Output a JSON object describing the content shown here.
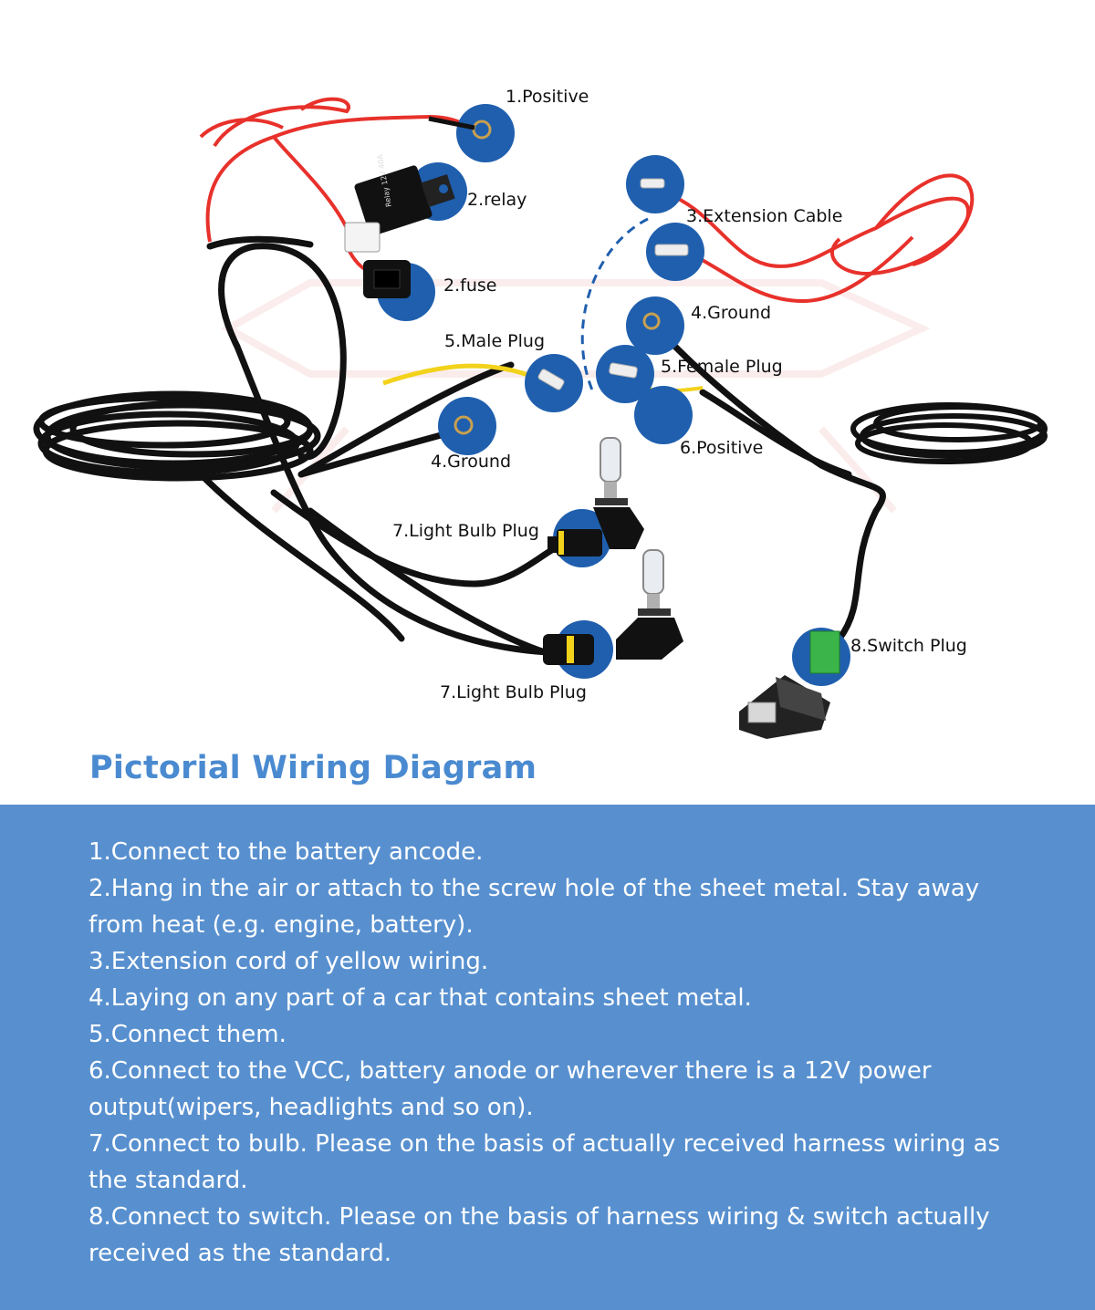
{
  "diagram": {
    "labels": {
      "positive_1": "1.Positive",
      "relay": "2.relay",
      "fuse": "2.fuse",
      "extension_cable": "3.Extension Cable",
      "ground_upper": "4.Ground",
      "ground_lower": "4.Ground",
      "male_plug": "5.Male Plug",
      "female_plug": "5.Female Plug",
      "positive_6": "6.Positive",
      "light_bulb_plug_upper": "7.Light Bulb Plug",
      "light_bulb_plug_lower": "7.Light Bulb Plug",
      "switch_plug": "8.Switch Plug"
    },
    "relay_text": "Relay 12V 40A"
  },
  "title": "Pictorial Wiring Diagram",
  "instructions": [
    "1.Connect to the battery ancode.",
    "2.Hang in the air or attach to the screw hole of the sheet metal. Stay away from heat (e.g. engine, battery).",
    "3.Extension cord of yellow wiring.",
    "4.Laying on any part of a car that contains sheet metal.",
    "5.Connect them.",
    "6.Connect to the VCC, battery anode or wherever there is a 12V power output(wipers, headlights and so on).",
    "7.Connect to bulb. Please on the basis of actually received harness wiring as the standard.",
    "8.Connect to switch. Please on the basis of  harness wiring & switch actually received as the standard."
  ],
  "colors": {
    "marker_blue": "#1f5fae",
    "title_blue": "#4a8ad0",
    "panel_blue": "#5890cf",
    "wire_red": "#e8312b",
    "wire_black": "#111111",
    "wire_yellow": "#f2d21b",
    "switch_green": "#3bb54a"
  },
  "icons": [
    "relay-icon",
    "fuse-icon",
    "bulb-icon",
    "switch-icon",
    "ring-terminal-icon",
    "connector-icon"
  ]
}
